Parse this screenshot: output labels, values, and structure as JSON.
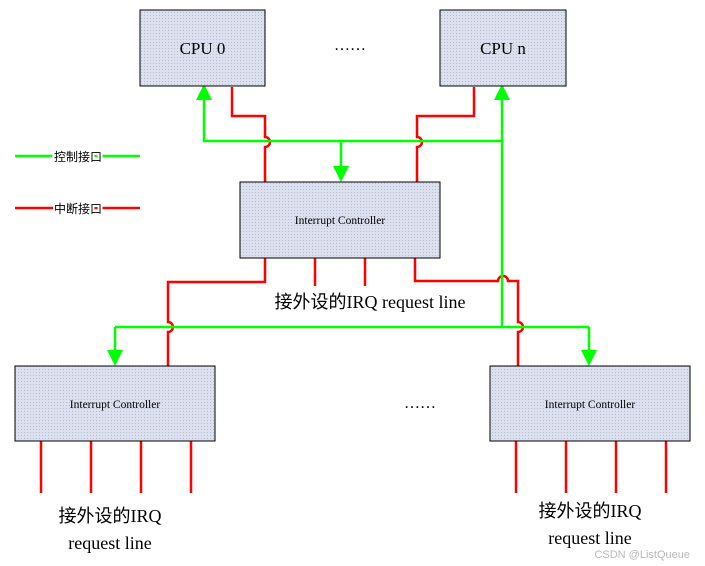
{
  "cpu_boxes": {
    "first": "CPU 0",
    "last": "CPU n",
    "ellipsis": "……"
  },
  "legend": {
    "control": {
      "label": "控制接口",
      "color": "#00ff00"
    },
    "interrupt": {
      "label": "中断接口",
      "color": "#ff0000"
    }
  },
  "top_controller": {
    "label": "Interrupt Controller"
  },
  "top_request_label": "接外设的IRQ request line",
  "bottom_controllers": {
    "left": {
      "label": "Interrupt Controller"
    },
    "right": {
      "label": "Interrupt Controller"
    },
    "ellipsis": "……"
  },
  "bottom_labels": {
    "left": {
      "line1": "接外设的IRQ",
      "line2": "request line"
    },
    "right": {
      "line1": "接外设的IRQ",
      "line2": "request line"
    }
  },
  "watermark": "CSDN @ListQueue",
  "colors": {
    "box_fill": "#dde0ee",
    "box_dot": "#b7bbcf",
    "control_line": "#00ff00",
    "interrupt_line": "#ff0000",
    "arrow": "#00ff00"
  }
}
